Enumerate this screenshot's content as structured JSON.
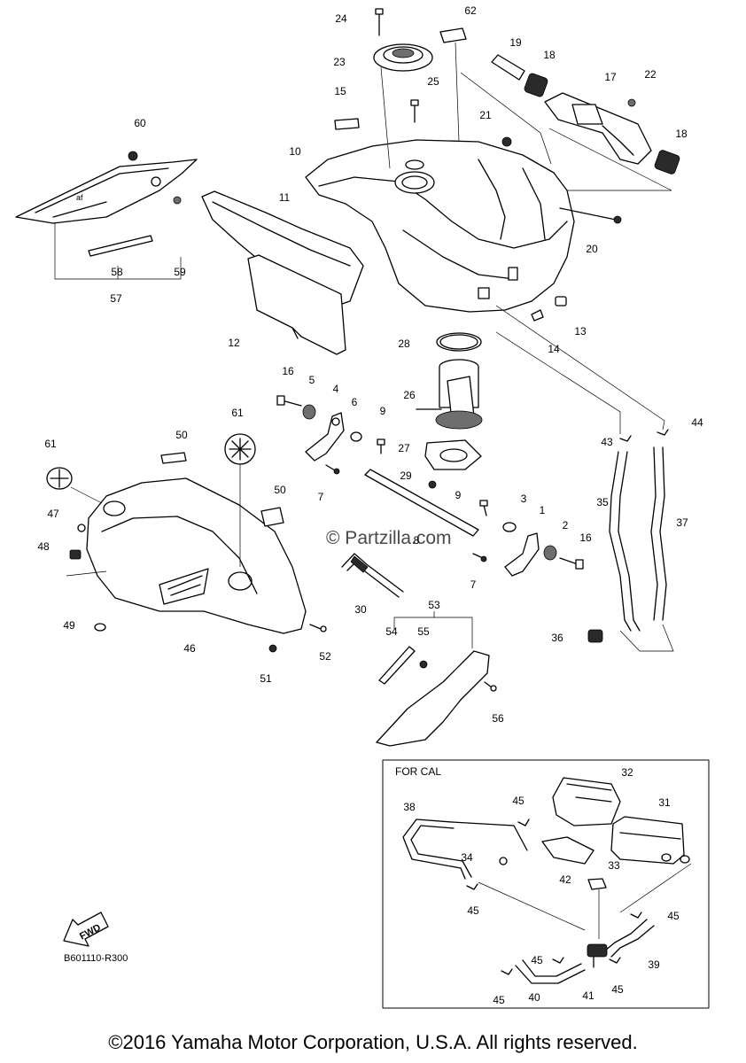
{
  "callouts": [
    {
      "id": "1",
      "label": "1"
    },
    {
      "id": "2",
      "label": "2"
    },
    {
      "id": "3",
      "label": "3"
    },
    {
      "id": "4",
      "label": "4"
    },
    {
      "id": "5",
      "label": "5"
    },
    {
      "id": "6",
      "label": "6"
    },
    {
      "id": "7a",
      "label": "7"
    },
    {
      "id": "7b",
      "label": "7"
    },
    {
      "id": "8",
      "label": "8"
    },
    {
      "id": "9a",
      "label": "9"
    },
    {
      "id": "9b",
      "label": "9"
    },
    {
      "id": "10",
      "label": "10"
    },
    {
      "id": "11",
      "label": "11"
    },
    {
      "id": "12",
      "label": "12"
    },
    {
      "id": "13",
      "label": "13"
    },
    {
      "id": "14",
      "label": "14"
    },
    {
      "id": "15",
      "label": "15"
    },
    {
      "id": "16a",
      "label": "16"
    },
    {
      "id": "16b",
      "label": "16"
    },
    {
      "id": "17",
      "label": "17"
    },
    {
      "id": "18a",
      "label": "18"
    },
    {
      "id": "18b",
      "label": "18"
    },
    {
      "id": "19",
      "label": "19"
    },
    {
      "id": "20",
      "label": "20"
    },
    {
      "id": "21",
      "label": "21"
    },
    {
      "id": "22",
      "label": "22"
    },
    {
      "id": "23",
      "label": "23"
    },
    {
      "id": "24",
      "label": "24"
    },
    {
      "id": "25",
      "label": "25"
    },
    {
      "id": "26",
      "label": "26"
    },
    {
      "id": "27",
      "label": "27"
    },
    {
      "id": "28",
      "label": "28"
    },
    {
      "id": "29",
      "label": "29"
    },
    {
      "id": "30",
      "label": "30"
    },
    {
      "id": "31",
      "label": "31"
    },
    {
      "id": "32",
      "label": "32"
    },
    {
      "id": "33",
      "label": "33"
    },
    {
      "id": "34",
      "label": "34"
    },
    {
      "id": "35",
      "label": "35"
    },
    {
      "id": "36",
      "label": "36"
    },
    {
      "id": "37",
      "label": "37"
    },
    {
      "id": "38",
      "label": "38"
    },
    {
      "id": "39",
      "label": "39"
    },
    {
      "id": "40",
      "label": "40"
    },
    {
      "id": "41",
      "label": "41"
    },
    {
      "id": "42",
      "label": "42"
    },
    {
      "id": "43",
      "label": "43"
    },
    {
      "id": "44",
      "label": "44"
    },
    {
      "id": "45a",
      "label": "45"
    },
    {
      "id": "45b",
      "label": "45"
    },
    {
      "id": "45c",
      "label": "45"
    },
    {
      "id": "45d",
      "label": "45"
    },
    {
      "id": "45e",
      "label": "45"
    },
    {
      "id": "45f",
      "label": "45"
    },
    {
      "id": "46",
      "label": "46"
    },
    {
      "id": "47",
      "label": "47"
    },
    {
      "id": "48",
      "label": "48"
    },
    {
      "id": "49",
      "label": "49"
    },
    {
      "id": "50a",
      "label": "50"
    },
    {
      "id": "50b",
      "label": "50"
    },
    {
      "id": "51",
      "label": "51"
    },
    {
      "id": "52",
      "label": "52"
    },
    {
      "id": "53",
      "label": "53"
    },
    {
      "id": "54",
      "label": "54"
    },
    {
      "id": "55",
      "label": "55"
    },
    {
      "id": "56",
      "label": "56"
    },
    {
      "id": "57",
      "label": "57"
    },
    {
      "id": "58",
      "label": "58"
    },
    {
      "id": "59",
      "label": "59"
    },
    {
      "id": "60",
      "label": "60"
    },
    {
      "id": "61a",
      "label": "61"
    },
    {
      "id": "61b",
      "label": "61"
    },
    {
      "id": "62",
      "label": "62"
    }
  ],
  "inset": {
    "title": "FOR CAL"
  },
  "fwd_label": "FWD",
  "diagram_code": "B601110-R300",
  "watermark": "© Partzilla.com",
  "copyright": "©2016 Yamaha Motor Corporation, U.S.A. All rights reserved."
}
